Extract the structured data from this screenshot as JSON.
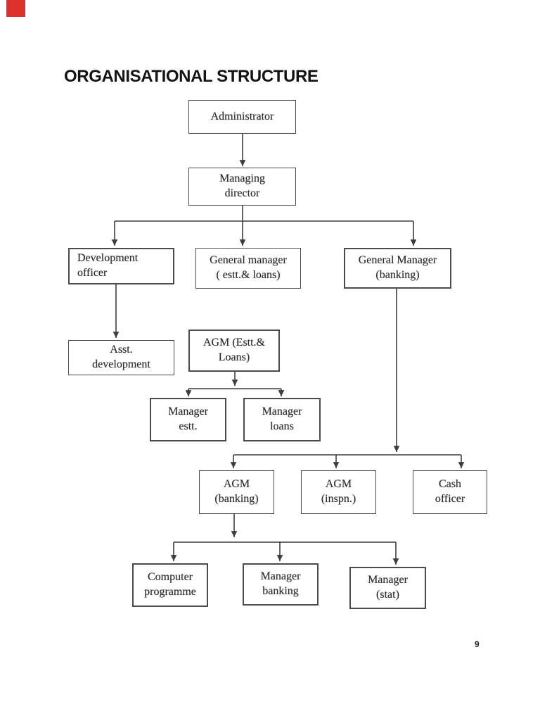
{
  "page": {
    "title": "ORGANISATIONAL STRUCTURE",
    "page_number": "9"
  },
  "colors": {
    "scan_mark_red": "#de302c",
    "connector_line": "#3e3e3e",
    "box_border": "#4a4a4a",
    "box_text": "#2a2a2a"
  },
  "org_chart": {
    "nodes": {
      "administrator": {
        "label": "Administrator"
      },
      "managing_director": {
        "label": "Managing\ndirector"
      },
      "development_officer": {
        "label": "Development\nofficer"
      },
      "general_manager_estt_loans": {
        "label": "General manager\n( estt.& loans)"
      },
      "general_manager_banking": {
        "label": "General Manager\n(banking)"
      },
      "asst_development": {
        "label": "Asst.\ndevelopment"
      },
      "agm_estt_loans": {
        "label": "AGM (Estt.&\nLoans)"
      },
      "manager_estt": {
        "label": "Manager\nestt."
      },
      "manager_loans": {
        "label": "Manager\nloans"
      },
      "agm_banking": {
        "label": "AGM\n(banking)"
      },
      "agm_inspn": {
        "label": "AGM\n(inspn.)"
      },
      "cash_officer": {
        "label": "Cash\nofficer"
      },
      "computer_programme": {
        "label": "Computer\nprogramme"
      },
      "manager_banking": {
        "label": "Manager\nbanking"
      },
      "manager_stat": {
        "label": "Manager\n(stat)"
      }
    }
  }
}
